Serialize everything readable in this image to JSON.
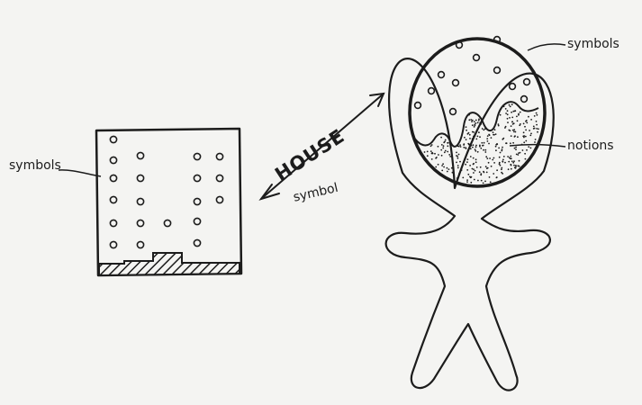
{
  "labels": {
    "box_symbols": "symbols",
    "head_symbols": "symbols",
    "notions": "notions",
    "house": "HOUSE",
    "symbol": "symbol"
  },
  "colors": {
    "ink": "#1c1c1c",
    "paper": "#f4f4f2"
  }
}
